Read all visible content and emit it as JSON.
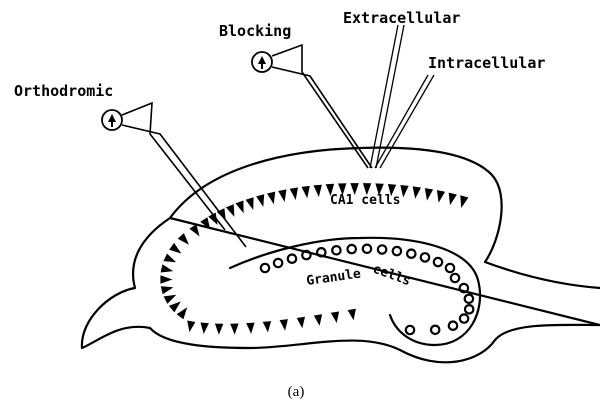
{
  "labels": {
    "orthodromic": "Orthodromic",
    "blocking": "Blocking",
    "extracellular": "Extracellular",
    "intracellular": "Intracellular",
    "ca1": "CA1 cells",
    "granule": "Granule",
    "cells": "cells",
    "caption": "(a)"
  }
}
